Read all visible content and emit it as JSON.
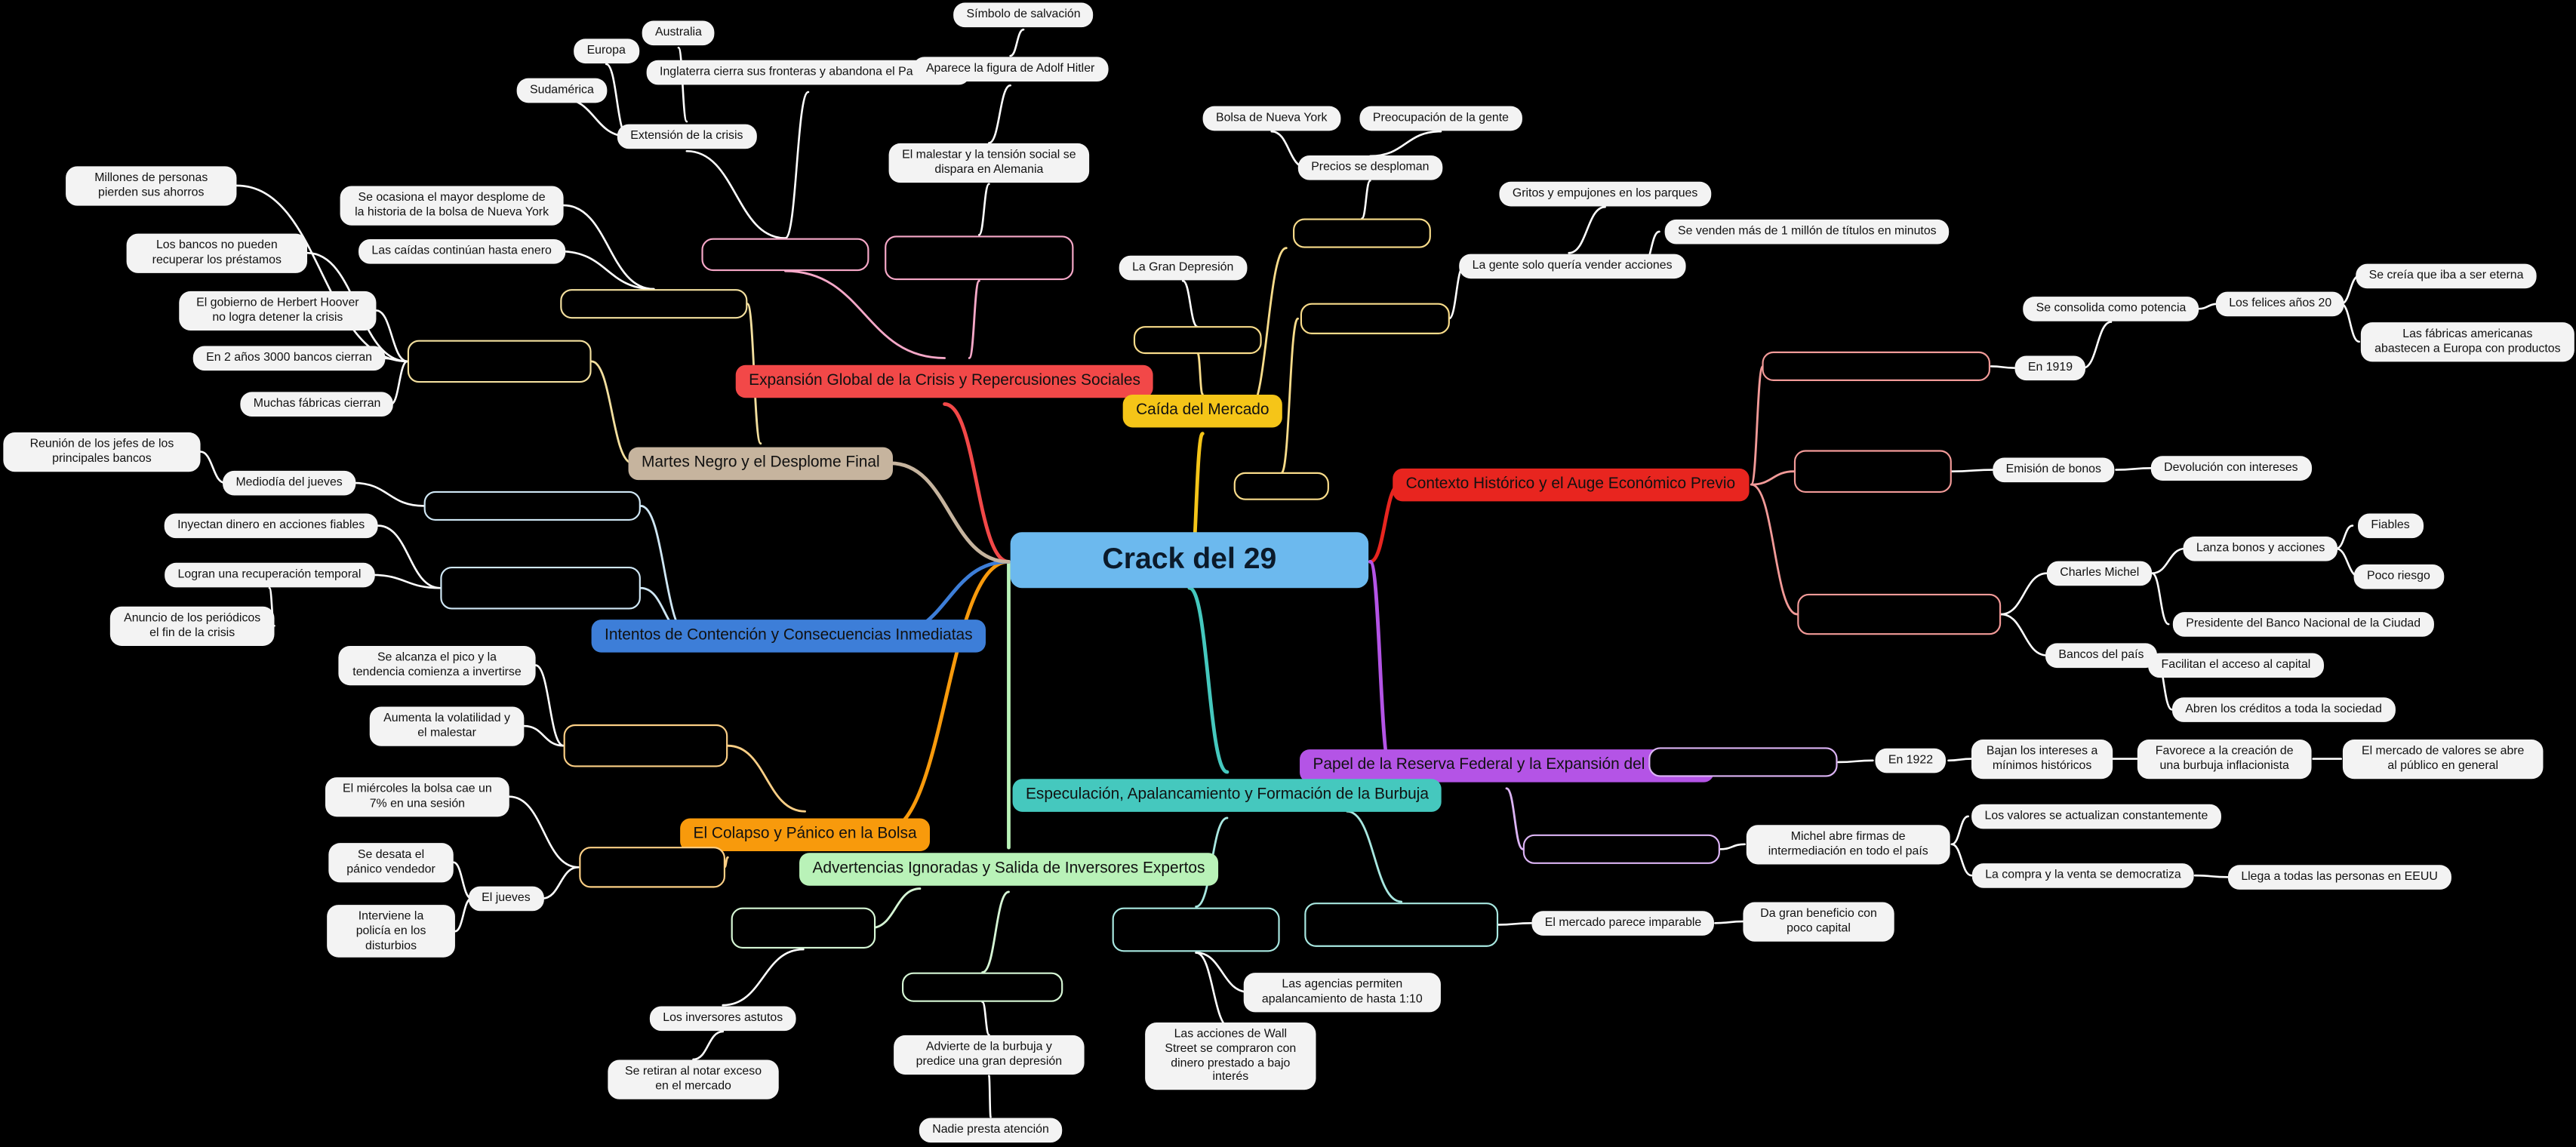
{
  "root": {
    "label": "Crack del 29"
  },
  "colors": {
    "root": "#6cb9ee",
    "crisis_global": "#f24848",
    "caida": "#f5c518",
    "contexto": "#e8251f",
    "reserva": "#b454e6",
    "especulacion": "#45c8be",
    "advertencias": "#b9f2b8",
    "colapso": "#f89a0c",
    "contencion": "#3d7ed8",
    "martes": "#c6b49e"
  },
  "branches": {
    "crisis_global": {
      "label": "Expansión Global de la Crisis y Repercusiones Sociales",
      "items": [
        "Inglaterra cierra sus fronteras y abandona el Patrón Oro",
        "Extensión de la crisis",
        "Australia",
        "Europa",
        "Sudamérica",
        "El malestar y la tensión social se dispara en Alemania",
        "Aparece la figura de Adolf Hitler",
        "Símbolo de salvación"
      ]
    },
    "caida": {
      "label": "Caída del Mercado",
      "items": [
        "La Gran Depresión",
        "Precios se desploman",
        "Bolsa de Nueva York",
        "Preocupación de la gente",
        "La gente solo quería vender acciones",
        "Gritos y empujones en los parques",
        "Se venden más de 1 millón de títulos en minutos"
      ]
    },
    "contexto": {
      "label": "Contexto Histórico y el Auge Económico Previo",
      "items": [
        "En 1919",
        "Se consolida como potencia",
        "Los felices años 20",
        "Se creía que iba a ser eterna",
        "Las fábricas americanas abastecen a Europa con productos",
        "Emisión de bonos",
        "Devolución con intereses",
        "Charles Michel",
        "Lanza bonos y acciones",
        "Fiables",
        "Poco riesgo",
        "Presidente del Banco Nacional de la Ciudad",
        "Bancos del país",
        "Facilitan el acceso al capital",
        "Abren los créditos a toda la sociedad"
      ]
    },
    "reserva": {
      "label": "Papel de la Reserva Federal y la Expansión del Crédito",
      "items": [
        "En 1922",
        "Bajan los intereses a mínimos históricos",
        "Favorece a la creación de una burbuja inflacionista",
        "El mercado de valores se abre al público en general",
        "Michel abre firmas de intermediación en todo el país",
        "Los valores se actualizan constantemente",
        "La compra y la venta se democratiza",
        "Llega a todas las personas en EEUU"
      ]
    },
    "especulacion": {
      "label": "Especulación, Apalancamiento y Formación de la Burbuja",
      "items": [
        "El mercado parece imparable",
        "Da gran beneficio con poco capital",
        "Las agencias permiten apalancamiento de hasta 1:10",
        "Las acciones de Wall Street se compraron con dinero prestado a bajo interés"
      ]
    },
    "advertencias": {
      "label": "Advertencias Ignoradas y Salida de Inversores Expertos",
      "items": [
        "Los inversores astutos",
        "Se retiran al notar exceso en el mercado",
        "Advierte de la burbuja y predice una gran depresión",
        "Nadie presta atención"
      ]
    },
    "colapso": {
      "label": "El Colapso y Pánico en la Bolsa",
      "items": [
        "Se alcanza el pico y la tendencia comienza a invertirse",
        "Aumenta la volatilidad y el malestar",
        "El miércoles la bolsa cae un 7% en una sesión",
        "El jueves",
        "Se desata el pánico vendedor",
        "Interviene la policía en los disturbios"
      ]
    },
    "contencion": {
      "label": "Intentos de Contención y Consecuencias Inmediatas",
      "items": [
        "Mediodía del jueves",
        "Reunión de los jefes de los principales bancos",
        "Inyectan dinero en acciones fiables",
        "Logran una recuperación temporal",
        "Anuncio de los periódicos el fin de la crisis"
      ]
    },
    "martes": {
      "label": "Martes Negro y el Desplome Final",
      "items": [
        "Se ocasiona el mayor desplome de la historia de la bolsa de Nueva York",
        "Las caídas continúan hasta enero",
        "Millones de personas pierden sus ahorros",
        "Los bancos no pueden recuperar los préstamos",
        "El gobierno de Herbert Hoover no logra detener la crisis",
        "En 2 años 3000 bancos cierran",
        "Muchas fábricas cierran"
      ]
    }
  }
}
